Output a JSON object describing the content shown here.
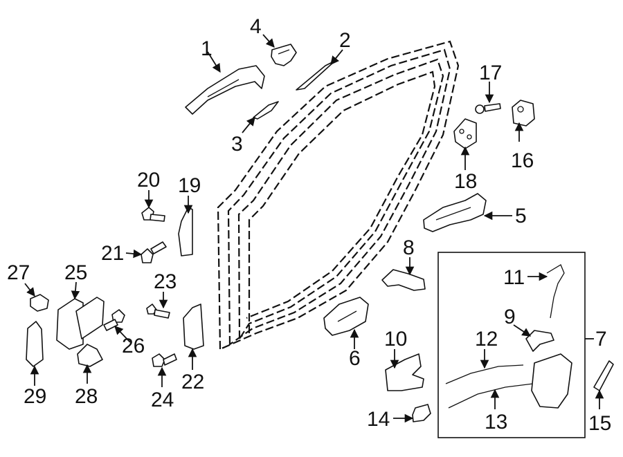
{
  "diagram": {
    "callouts": [
      {
        "id": "1",
        "label": "1"
      },
      {
        "id": "2",
        "label": "2"
      },
      {
        "id": "3",
        "label": "3"
      },
      {
        "id": "4",
        "label": "4"
      },
      {
        "id": "5",
        "label": "5"
      },
      {
        "id": "6",
        "label": "6"
      },
      {
        "id": "7",
        "label": "7"
      },
      {
        "id": "8",
        "label": "8"
      },
      {
        "id": "9",
        "label": "9"
      },
      {
        "id": "10",
        "label": "10"
      },
      {
        "id": "11",
        "label": "11"
      },
      {
        "id": "12",
        "label": "12"
      },
      {
        "id": "13",
        "label": "13"
      },
      {
        "id": "14",
        "label": "14"
      },
      {
        "id": "15",
        "label": "15"
      },
      {
        "id": "16",
        "label": "16"
      },
      {
        "id": "17",
        "label": "17"
      },
      {
        "id": "18",
        "label": "18"
      },
      {
        "id": "19",
        "label": "19"
      },
      {
        "id": "20",
        "label": "20"
      },
      {
        "id": "21",
        "label": "21"
      },
      {
        "id": "22",
        "label": "22"
      },
      {
        "id": "23",
        "label": "23"
      },
      {
        "id": "24",
        "label": "24"
      },
      {
        "id": "25",
        "label": "25"
      },
      {
        "id": "26",
        "label": "26"
      },
      {
        "id": "27",
        "label": "27"
      },
      {
        "id": "28",
        "label": "28"
      },
      {
        "id": "29",
        "label": "29"
      }
    ],
    "colors": {
      "line": "#111111",
      "background": "#ffffff"
    }
  }
}
